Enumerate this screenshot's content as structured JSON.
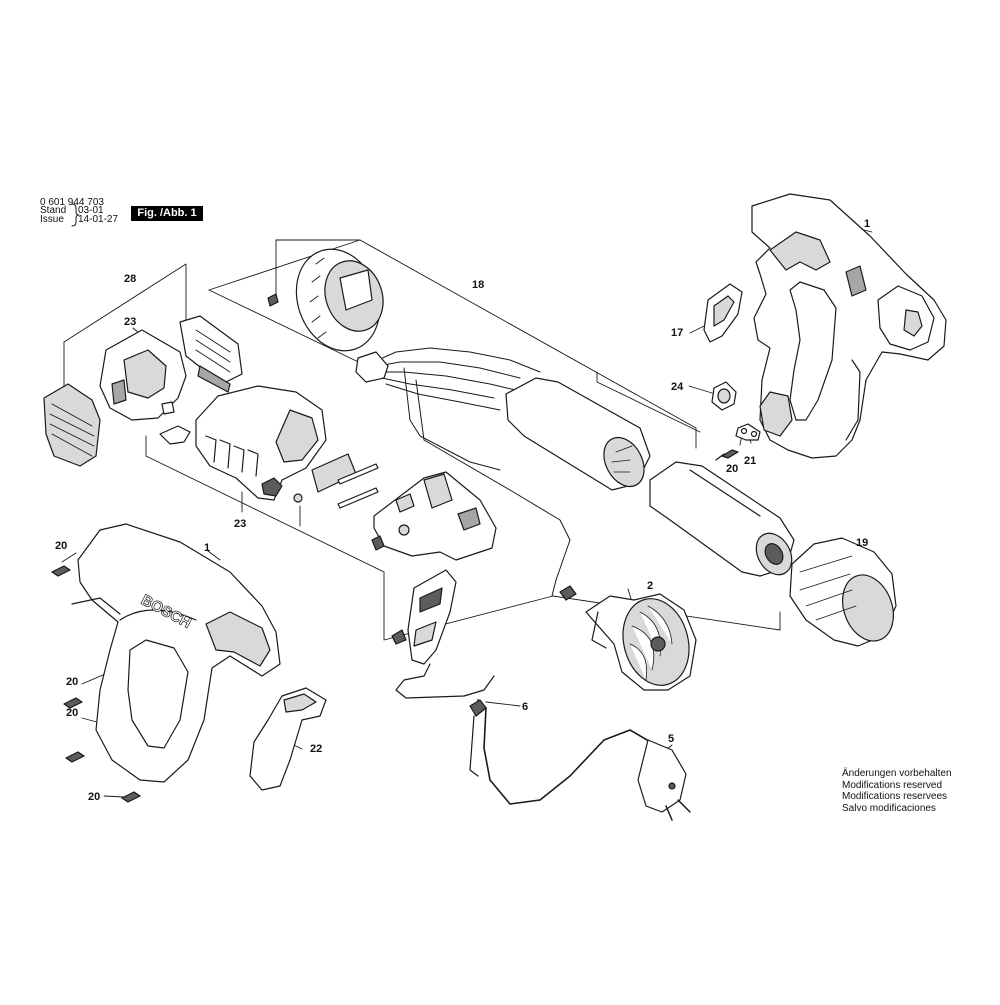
{
  "header": {
    "part_number": "0 601 944 703",
    "stand_label": "Stand",
    "stand_value": "03-01",
    "issue_label": "Issue",
    "issue_value": "14-01-27",
    "figure_tag": "Fig. /Abb. 1"
  },
  "notes": [
    "Änderungen vorbehalten",
    "Modifications reserved",
    "Modifications reservees",
    "Salvo modificaciones"
  ],
  "callouts": {
    "c1_top": "1",
    "c1_left": "1",
    "c2": "2",
    "c5": "5",
    "c6": "6",
    "c17": "17",
    "c18": "18",
    "c19": "19",
    "c20_a": "20",
    "c20_b": "20",
    "c20_c": "20",
    "c20_d": "20",
    "c20_e": "20",
    "c21": "21",
    "c22": "22",
    "c23_a": "23",
    "c23_b": "23",
    "c24": "24",
    "c28": "28"
  },
  "housing_logo": "BOSCH",
  "colors": {
    "line": "#1a1a1a",
    "part_fill": "#ffffff",
    "shade_light": "#d9d9d9",
    "shade_mid": "#a6a6a6",
    "shade_dark": "#5c5c5c"
  }
}
